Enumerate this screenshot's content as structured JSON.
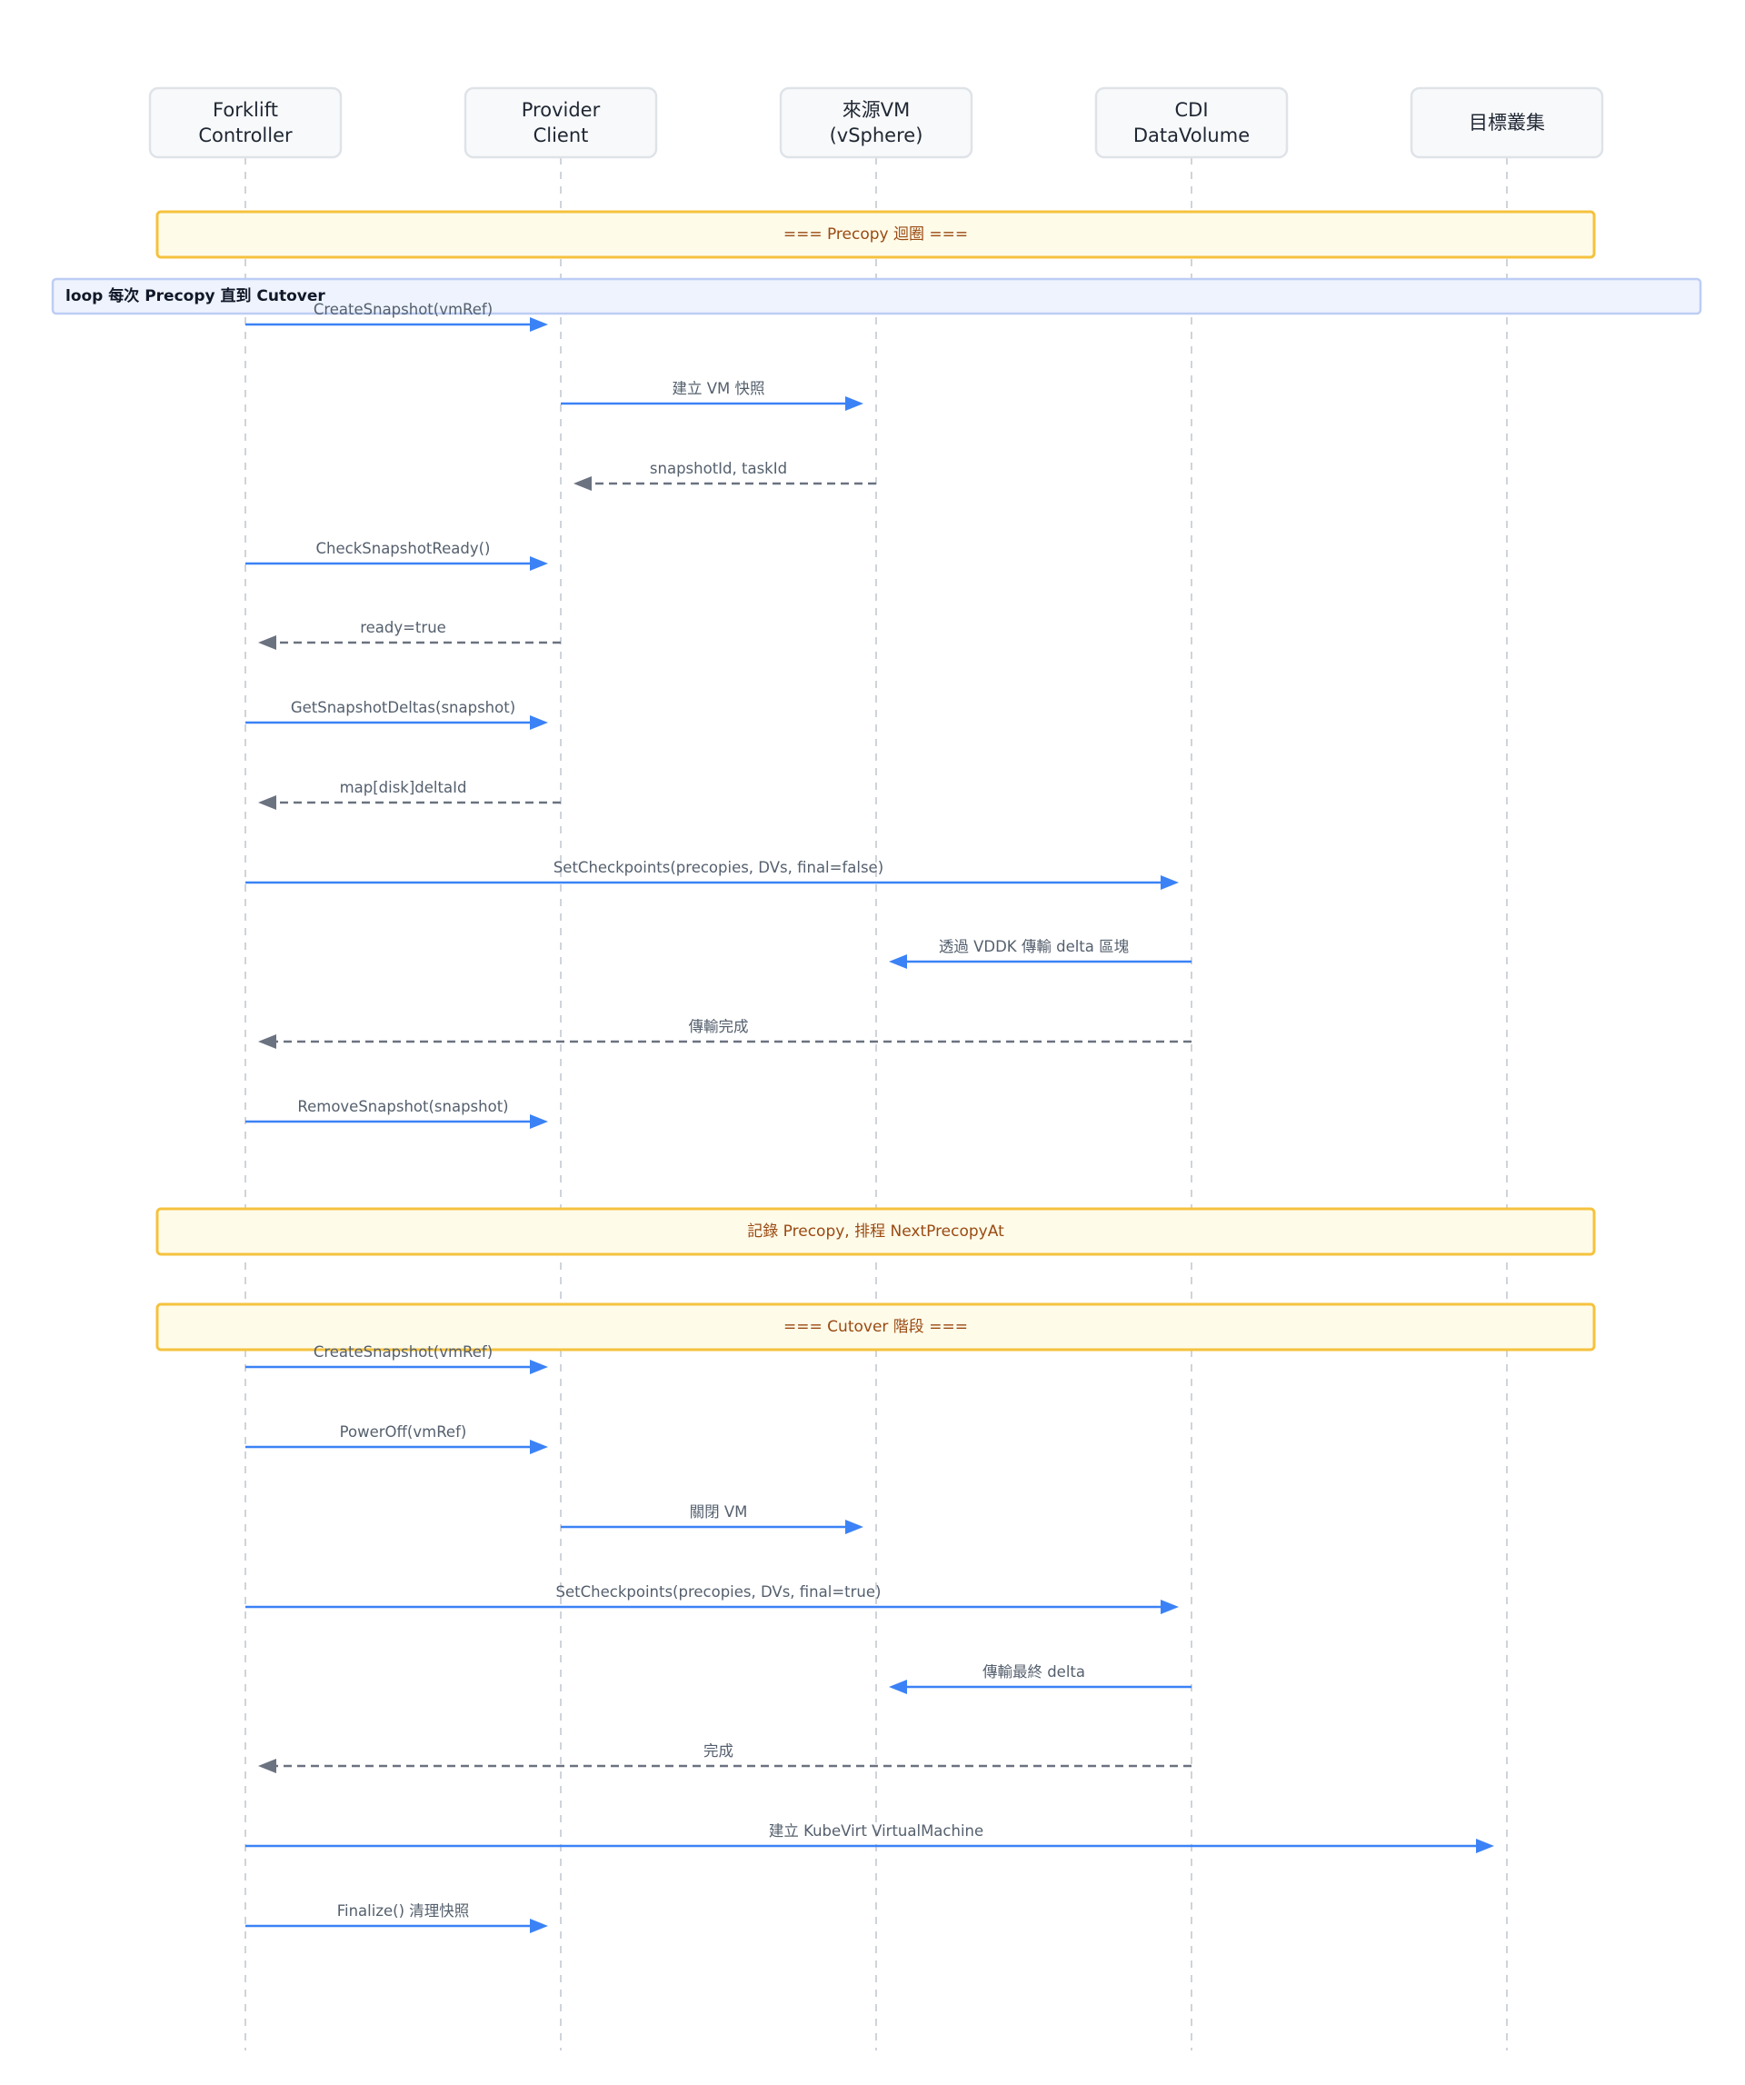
{
  "participants": [
    {
      "id": "forklift",
      "lines": [
        "Forklift",
        "Controller"
      ]
    },
    {
      "id": "provider",
      "lines": [
        "Provider",
        "Client"
      ]
    },
    {
      "id": "source",
      "lines": [
        "來源VM",
        "(vSphere)"
      ]
    },
    {
      "id": "cdi",
      "lines": [
        "CDI",
        "DataVolume"
      ]
    },
    {
      "id": "target",
      "lines": [
        "目標叢集"
      ]
    }
  ],
  "events": [
    {
      "type": "note",
      "text": "=== Precopy 迴圈 ==="
    },
    {
      "type": "loop",
      "text": "loop 每次 Precopy 直到 Cutover"
    },
    {
      "type": "msg",
      "from": 0,
      "to": 1,
      "text": "CreateSnapshot(vmRef)",
      "style": "solid"
    },
    {
      "type": "msg",
      "from": 1,
      "to": 2,
      "text": "建立 VM 快照",
      "style": "solid"
    },
    {
      "type": "msg",
      "from": 2,
      "to": 1,
      "text": "snapshotId, taskId",
      "style": "dashed"
    },
    {
      "type": "msg",
      "from": 0,
      "to": 1,
      "text": "CheckSnapshotReady()",
      "style": "solid"
    },
    {
      "type": "msg",
      "from": 1,
      "to": 0,
      "text": "ready=true",
      "style": "dashed"
    },
    {
      "type": "msg",
      "from": 0,
      "to": 1,
      "text": "GetSnapshotDeltas(snapshot)",
      "style": "solid"
    },
    {
      "type": "msg",
      "from": 1,
      "to": 0,
      "text": "map[disk]deltaId",
      "style": "dashed"
    },
    {
      "type": "msg",
      "from": 0,
      "to": 3,
      "text": "SetCheckpoints(precopies, DVs, final=false)",
      "style": "solid"
    },
    {
      "type": "msg",
      "from": 3,
      "to": 2,
      "text": "透過 VDDK 傳輸 delta 區塊",
      "style": "solid"
    },
    {
      "type": "msg",
      "from": 3,
      "to": 0,
      "text": "傳輸完成",
      "style": "dashed"
    },
    {
      "type": "msg",
      "from": 0,
      "to": 1,
      "text": "RemoveSnapshot(snapshot)",
      "style": "solid"
    },
    {
      "type": "note",
      "text": "記錄 Precopy, 排程 NextPrecopyAt"
    },
    {
      "type": "note",
      "text": "=== Cutover 階段 ==="
    },
    {
      "type": "msg",
      "from": 0,
      "to": 1,
      "text": "CreateSnapshot(vmRef)",
      "style": "solid"
    },
    {
      "type": "msg",
      "from": 0,
      "to": 1,
      "text": "PowerOff(vmRef)",
      "style": "solid"
    },
    {
      "type": "msg",
      "from": 1,
      "to": 2,
      "text": "關閉 VM",
      "style": "solid"
    },
    {
      "type": "msg",
      "from": 0,
      "to": 3,
      "text": "SetCheckpoints(precopies, DVs, final=true)",
      "style": "solid"
    },
    {
      "type": "msg",
      "from": 3,
      "to": 2,
      "text": "傳輸最終 delta",
      "style": "solid"
    },
    {
      "type": "msg",
      "from": 3,
      "to": 0,
      "text": "完成",
      "style": "dashed"
    },
    {
      "type": "msg",
      "from": 0,
      "to": 4,
      "text": "建立 KubeVirt VirtualMachine",
      "style": "solid"
    },
    {
      "type": "msg",
      "from": 0,
      "to": 1,
      "text": "Finalize() 清理快照",
      "style": "solid"
    }
  ]
}
